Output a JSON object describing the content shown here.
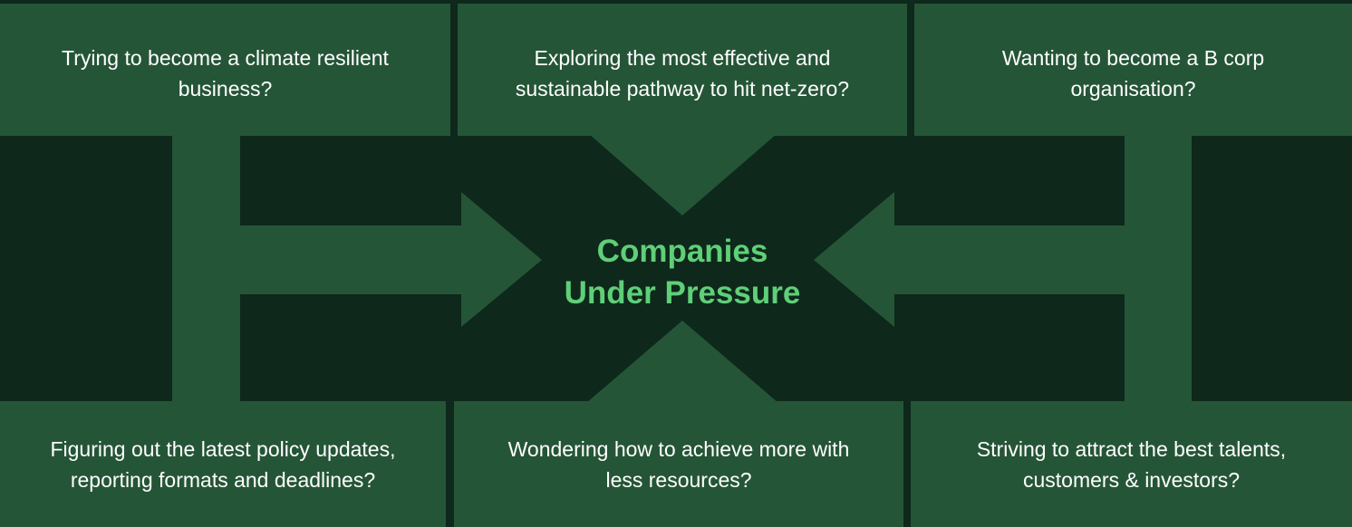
{
  "colors": {
    "background": "#0e281b",
    "panel": "#255537",
    "accent_text": "#5fcf78",
    "text": "#ffffff"
  },
  "center": {
    "line1": "Companies",
    "line2": "Under Pressure"
  },
  "top": [
    {
      "line1": "Trying to become a climate resilient",
      "line2": "business?"
    },
    {
      "line1": "Exploring the most effective and",
      "line2": "sustainable pathway to hit net-zero?"
    },
    {
      "line1": "Wanting to become a B corp",
      "line2": "organisation?"
    }
  ],
  "bottom": [
    {
      "line1": "Figuring out the latest policy updates,",
      "line2": "reporting formats and deadlines?"
    },
    {
      "line1": "Wondering how to achieve more with",
      "line2": "less resources?"
    },
    {
      "line1": "Striving to attract the best talents,",
      "line2": "customers & investors?"
    }
  ]
}
